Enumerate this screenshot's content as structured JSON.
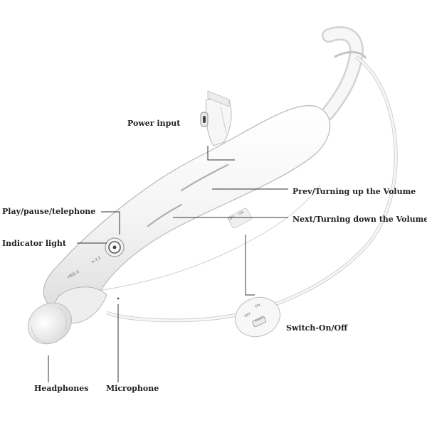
{
  "labels": {
    "power_input": "Power input",
    "prev_volume_up": "Prev/Turning up the Volume",
    "next_volume_down": "Next/Turning down the Volume",
    "play_pause_telephone": "Play/pause/telephone",
    "indicator_light": "Indicator light",
    "switch_on_off": "Switch-On/Off",
    "headphones": "Headphones",
    "microphone": "Microphone"
  },
  "device_markings": {
    "switch_off": "OFF",
    "switch_on": "ON",
    "model_code": "HBS-ll"
  },
  "colors": {
    "body": "#f7f7f7",
    "outline": "#b9b9b9",
    "leader_line": "#333333",
    "text": "#222222"
  }
}
